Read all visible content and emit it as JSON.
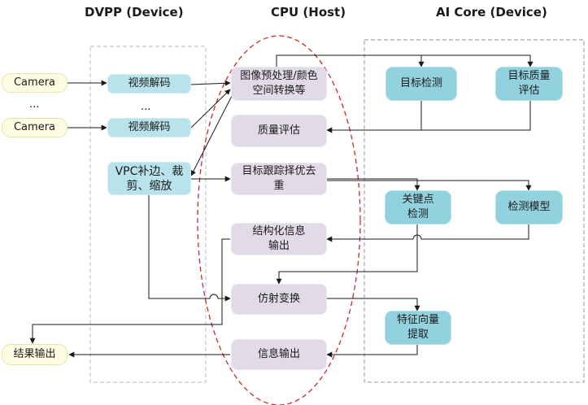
{
  "headers": {
    "dvpp": "DVPP (Device)",
    "cpu": "CPU (Host)",
    "aicore": "AI Core (Device)"
  },
  "nodes": {
    "camera1": "Camera",
    "camera2": "Camera",
    "camera_ellipsis": "...",
    "decode1": "视频解码",
    "decode_ellipsis": "...",
    "decode2": "视频解码",
    "vpc": "VPC补边、裁剪、缩放",
    "preprocess": "图像预处理/颜色空间转换等",
    "quality_eval": "质量评估",
    "track": "目标跟踪择优去重",
    "structured_output": "结构化信息输出",
    "affine": "仿射变换",
    "info_output": "信息输出",
    "detect": "目标检测",
    "quality_assess": "目标质量评估",
    "keypoint": "关键点检测",
    "detect_model": "检测模型",
    "feature_vector": "特征向量提取",
    "result_output": "结果输出"
  }
}
